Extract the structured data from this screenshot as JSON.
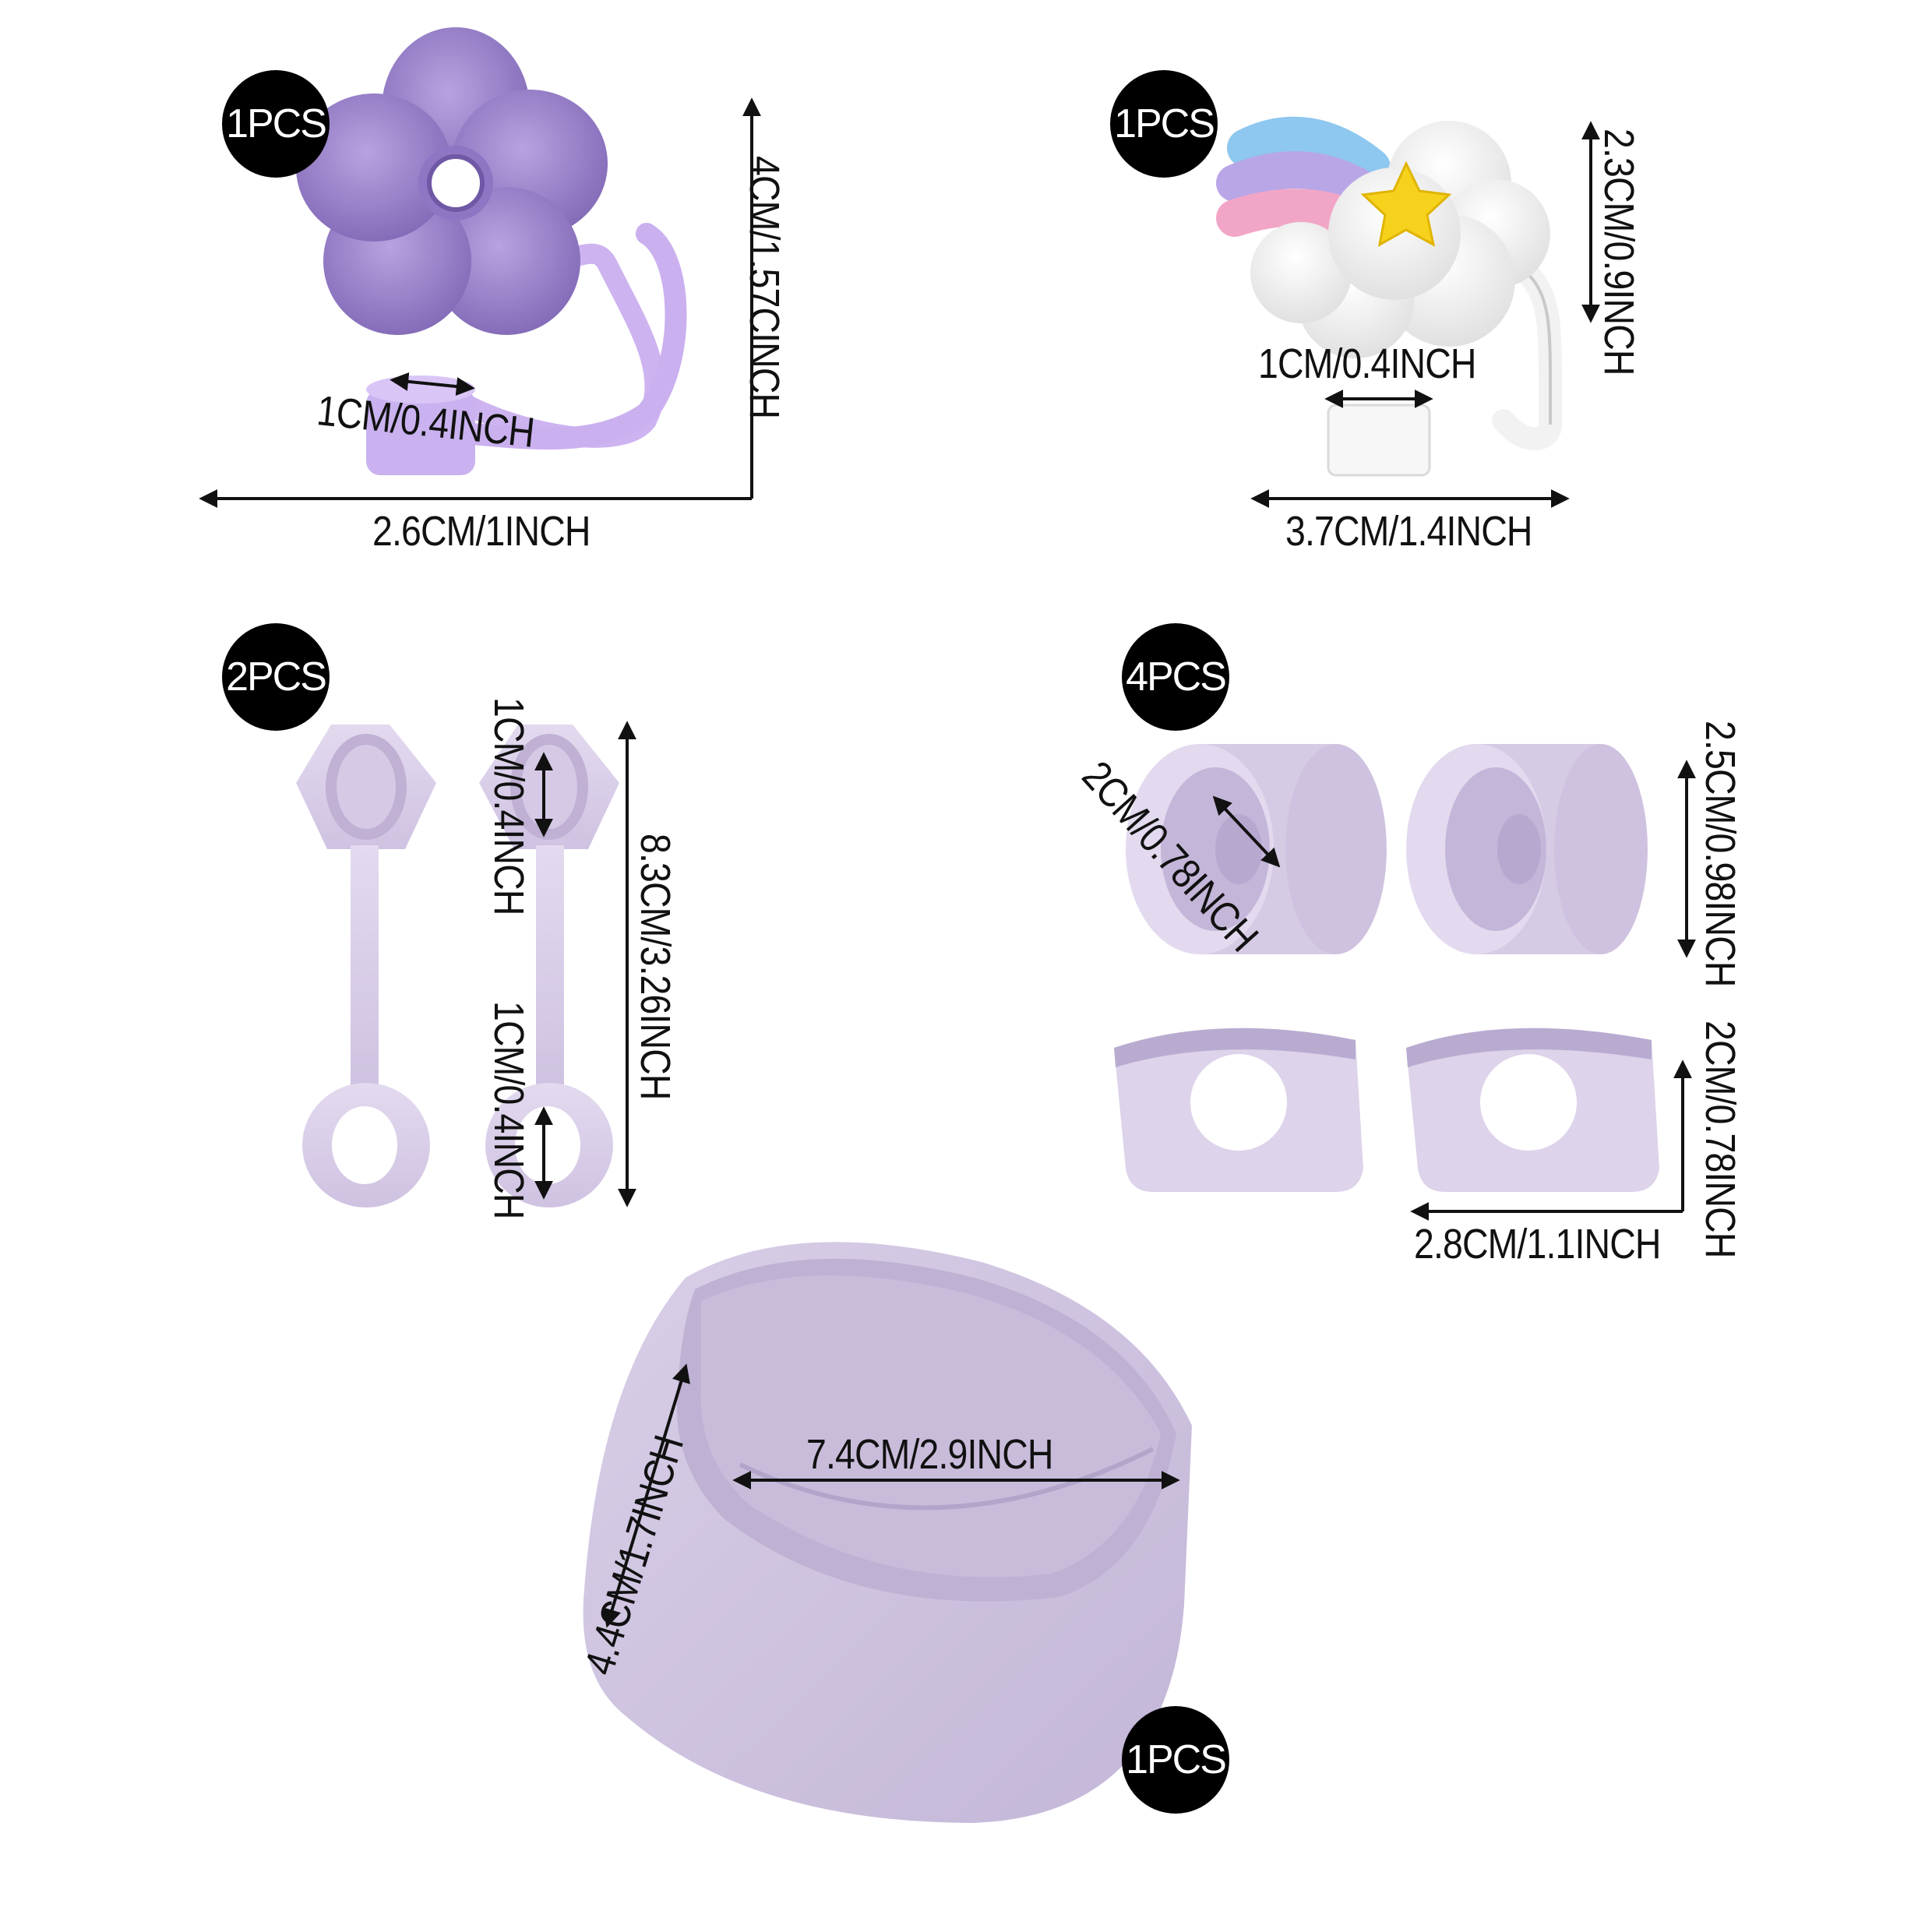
{
  "items": [
    {
      "name": "flower-straw-cover",
      "quantity": "1PCS",
      "dimensions": {
        "height": "4CM/1.57CINCH",
        "width": "2.6CM/1INCH",
        "opening": "1CM/0.4INCH"
      },
      "color": "#9a83c9"
    },
    {
      "name": "cloud-rainbow-straw-cover",
      "quantity": "1PCS",
      "dimensions": {
        "height": "2.3CM/0.9INCH",
        "width": "3.7CM/1.4INCH",
        "opening": "1CM/0.4INCH"
      },
      "color": "#f4f4f4"
    },
    {
      "name": "double-ring-straw-holder",
      "quantity": "2PCS",
      "dimensions": {
        "length": "8.3CM/3.26INCH",
        "top_ring": "1CM/0.4INCH",
        "bottom_ring": "1CM/0.4INCH"
      },
      "color": "#d8cde6"
    },
    {
      "name": "spout-stoppers",
      "quantity": "4PCS",
      "dimensions": {
        "round_inner": "2CM/0.78INCH",
        "round_height": "2.5CM/0.98INCH",
        "flat_height": "2CM/0.78INCH",
        "flat_width": "2.8CM/1.1INCH"
      },
      "color": "#d8cde6"
    },
    {
      "name": "tumbler-boot",
      "quantity": "1PCS",
      "dimensions": {
        "diameter": "7.4CM/2.9INCH",
        "height": "4.4CM/1.7INCH"
      },
      "color": "#cbbfdd"
    }
  ]
}
